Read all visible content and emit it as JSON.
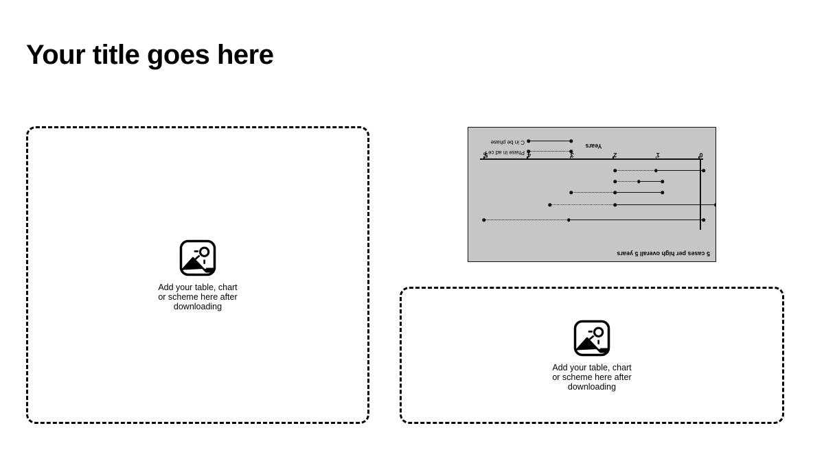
{
  "slide": {
    "title": "Your title goes here",
    "background_color": "#ffffff"
  },
  "placeholders": [
    {
      "id": "placeholder-left",
      "icon": "image-placeholder-icon",
      "text": "Add your table, chart\nor scheme here after\ndownloading"
    },
    {
      "id": "placeholder-right",
      "icon": "image-placeholder-icon",
      "text": "Add your table, chart\nor scheme here after\ndownloading"
    }
  ],
  "chart_panel": {
    "background_color": "#c6c6c6",
    "border_color": "#111111",
    "rotated_180": true
  },
  "chart_data": {
    "type": "line",
    "title": "5 cases per high overall 5 years",
    "xlabel": "Years",
    "ylabel": "",
    "xlim": [
      0,
      5
    ],
    "xticks": [
      0,
      1,
      2,
      3,
      4,
      5
    ],
    "xtick_labels": [
      "0",
      "1",
      "2",
      "3",
      "4",
      "5"
    ],
    "grid": false,
    "legend_position": "bottom-right",
    "legend": [
      {
        "label": "Phase in ad ce P",
        "style": "dotted"
      },
      {
        "label": "C in be phase",
        "style": "solid"
      }
    ],
    "series": [
      {
        "name": "row-1",
        "row": 1,
        "dotted_start": 5.05,
        "dotted_end": 3.08,
        "solid_start": 3.08,
        "solid_end": -0.06
      },
      {
        "name": "row-2",
        "row": 2,
        "dotted_start": 3.52,
        "dotted_end": 2.0,
        "solid_start": 2.0,
        "solid_end": -0.34
      },
      {
        "name": "row-3",
        "row": 3,
        "dotted_start": 3.02,
        "dotted_end": 2.0,
        "solid_start": 2.0,
        "solid_end": 0.9
      },
      {
        "name": "row-4",
        "row": 4,
        "dotted_start": 2.0,
        "dotted_end": 1.45,
        "solid_start": 1.45,
        "solid_end": 0.9
      },
      {
        "name": "row-5",
        "row": 5,
        "dotted_start": 2.0,
        "dotted_end": 1.05,
        "solid_start": 1.05,
        "solid_end": -0.06
      }
    ]
  }
}
